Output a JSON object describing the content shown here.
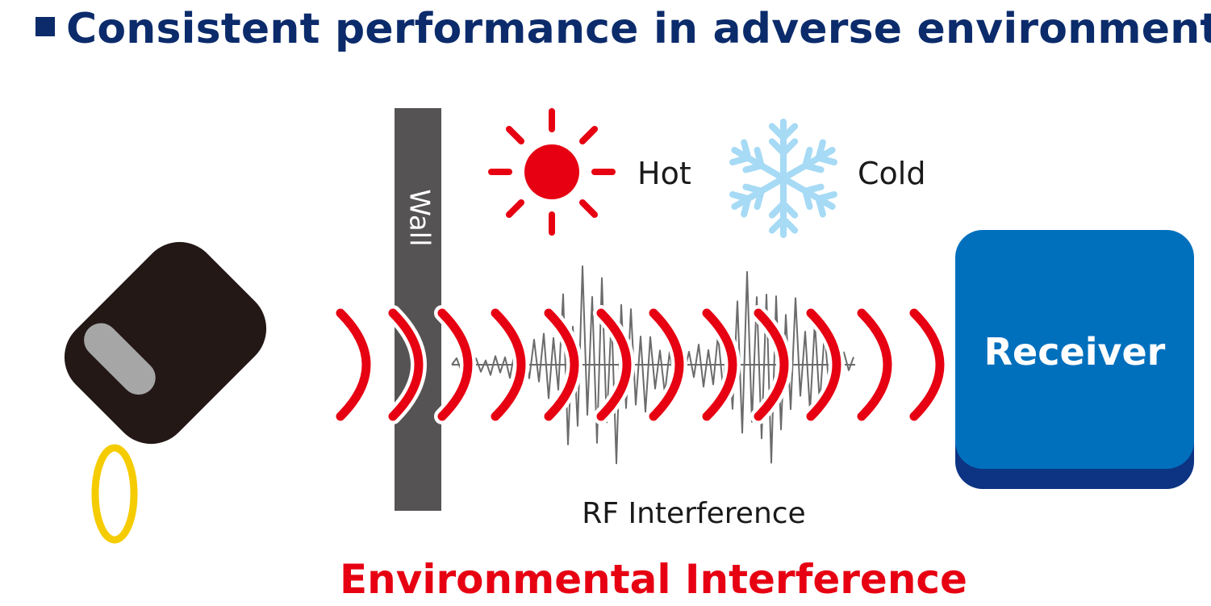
{
  "header": {
    "title": "Consistent performance in adverse environments"
  },
  "labels": {
    "wall": "Wall",
    "hot": "Hot",
    "cold": "Cold",
    "receiver": "Receiver",
    "rf_interference": "RF Interference",
    "footer": "Environmental Interference"
  },
  "icons": {
    "heading_bullet": "square-bullet-icon",
    "hot": "sun-icon",
    "cold": "snowflake-icon",
    "transmitter": "key-fob-icon",
    "signal": "radio-wave-icon",
    "noise": "rf-noise-icon"
  },
  "colors": {
    "heading": "#0b2b6b",
    "accent_red": "#e60012",
    "wall": "#555354",
    "snowflake": "#a6daf5",
    "receiver_face": "#0070bd",
    "receiver_base": "#0d3482",
    "fob_body": "#231816",
    "fob_button": "#a6a6a6",
    "fob_ring": "#f5cc00",
    "text_dark": "#1a1a1a",
    "noise": "#6b6b6b"
  }
}
